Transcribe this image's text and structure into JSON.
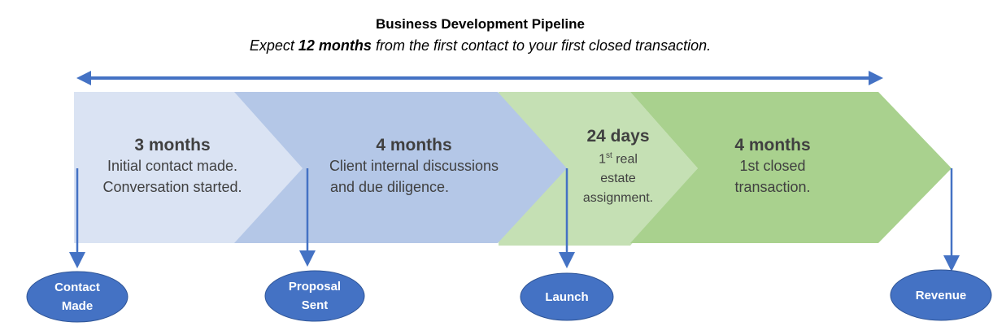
{
  "header": {
    "title": "Business Development Pipeline",
    "subtitle_pre": "Expect ",
    "subtitle_bold": "12 months",
    "subtitle_post": " from the first contact to your first closed transaction."
  },
  "stages": [
    {
      "duration": "3 months",
      "line1": "Initial contact made.",
      "line2": "Conversation started.",
      "color": "#dae3f3"
    },
    {
      "duration": "4 months",
      "line1": "Client internal discussions",
      "line2": "and due diligence.",
      "color": "#b4c7e7"
    },
    {
      "duration": "24 days",
      "line1_num": "1",
      "line1_sup": "st",
      "line1_rest": " real",
      "line2": "estate",
      "line3": "assignment.",
      "color": "#c5e0b4"
    },
    {
      "duration": "4 months",
      "line1": "1st closed",
      "line2": "transaction.",
      "color": "#a9d18e"
    }
  ],
  "milestones": [
    {
      "line1": "Contact",
      "line2": "Made"
    },
    {
      "line1": "Proposal",
      "line2": "Sent"
    },
    {
      "line1": "Launch"
    },
    {
      "line1": "Revenue"
    }
  ],
  "colors": {
    "arrow": "#4472c4",
    "milestone": "#4472c4",
    "milestone_border": "#2f5597"
  }
}
